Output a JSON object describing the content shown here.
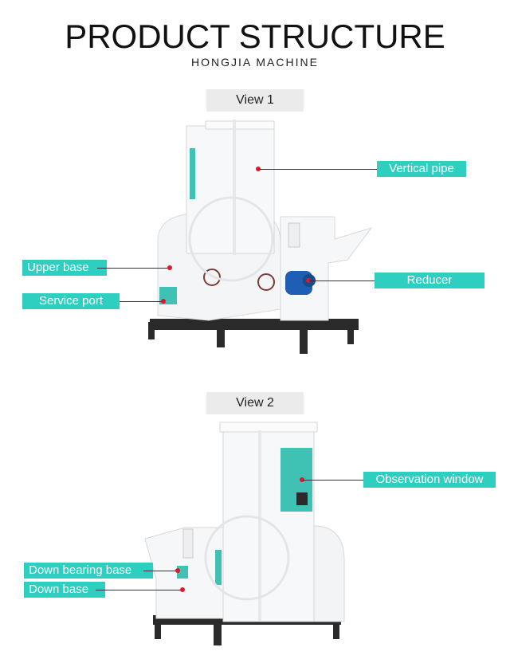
{
  "header": {
    "title": "PRODUCT STRUCTURE",
    "subtitle": "HONGJIA MACHINE"
  },
  "view1": {
    "label": "View 1",
    "callouts": {
      "vertical_pipe": "Vertical pipe",
      "upper_base": "Upper base",
      "service_port": "Service port",
      "reducer": "Reducer"
    }
  },
  "view2": {
    "label": "View 2",
    "callouts": {
      "observation_window": "Observation window",
      "down_bearing_base": "Down bearing base",
      "down_base": "Down base"
    }
  },
  "colors": {
    "accent": "#2ecfc0",
    "pointer_dot": "#e3152c",
    "frame": "#2a2a2a",
    "window": "#3fc2b4"
  }
}
